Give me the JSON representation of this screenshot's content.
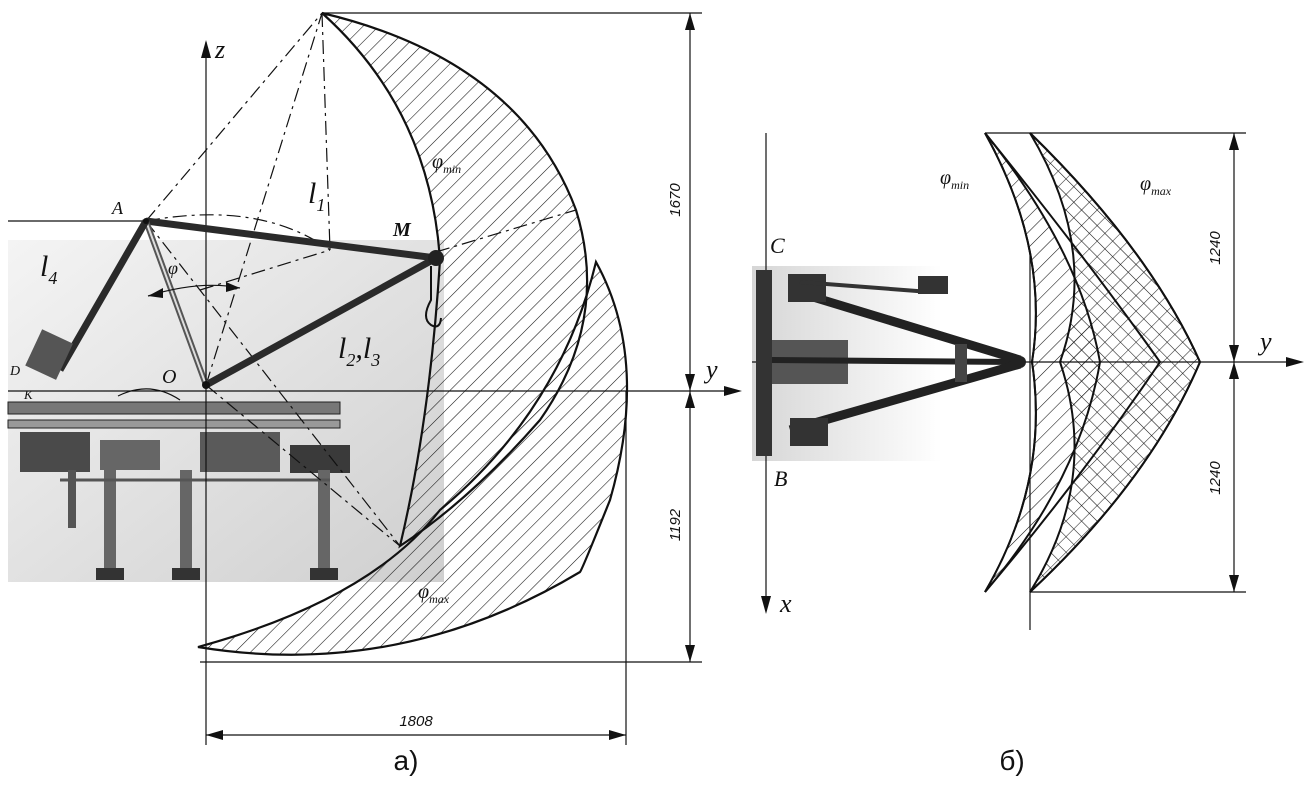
{
  "figure_a": {
    "axis_z": "z",
    "axis_y": "y",
    "point_A": "A",
    "point_M": "M",
    "point_O": "O",
    "point_D": "D",
    "point_K": "K",
    "link_l1_base": "l",
    "link_l1_sub": "1",
    "link_l4_base": "l",
    "link_l4_sub": "4",
    "link_l23_l2_base": "l",
    "link_l23_l2_sub": "2",
    "link_l23_sep": ",",
    "link_l23_l3_base": "l",
    "link_l23_l3_sub": "3",
    "angle_phi": "φ",
    "phi_min_base": "φ",
    "phi_min_sub": "min",
    "phi_max_base": "φ",
    "phi_max_sub": "max",
    "dim_height_top": "1670",
    "dim_height_bottom": "1192",
    "dim_width": "1808",
    "caption": "а)"
  },
  "figure_b": {
    "axis_y": "y",
    "axis_x": "x",
    "point_C": "C",
    "point_B": "B",
    "phi_min_base": "φ",
    "phi_min_sub": "min",
    "phi_max_base": "φ",
    "phi_max_sub": "max",
    "dim_upper": "1240",
    "dim_lower": "1240",
    "caption": "б)"
  },
  "colors": {
    "ink": "#111111",
    "machine_dark": "#3a3a3a",
    "machine_mid": "#8a8a8a",
    "background_gradient": "#d8d8d8"
  }
}
